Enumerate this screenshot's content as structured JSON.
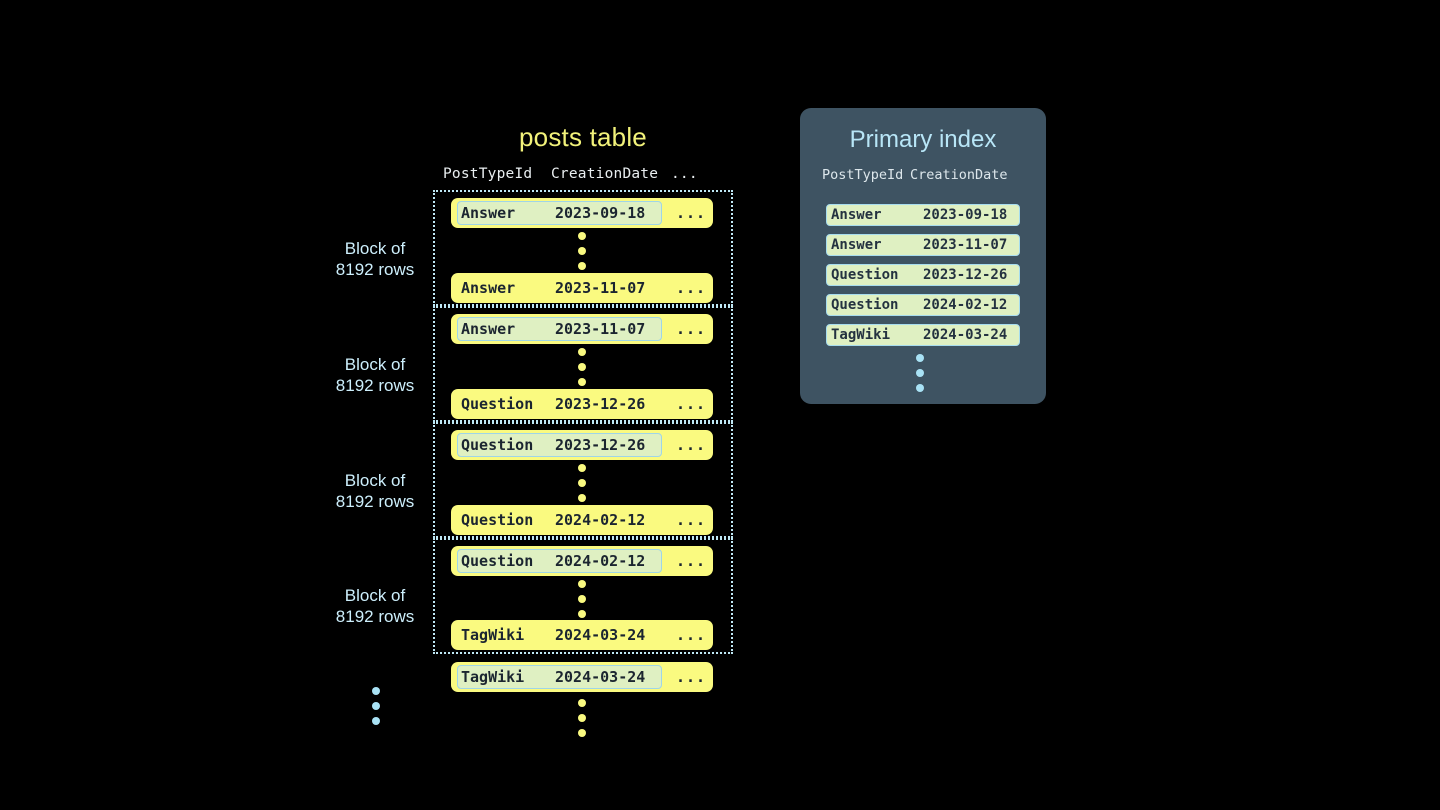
{
  "posts_table": {
    "title": "posts table",
    "columns": [
      "PostTypeId",
      "CreationDate",
      "..."
    ],
    "blocks": [
      {
        "label_line1": "Block of",
        "label_line2": "8192 rows",
        "first_row": {
          "post_type": "Answer",
          "creation_date": "2023-09-18",
          "more": "...",
          "highlighted": true
        },
        "last_row": {
          "post_type": "Answer",
          "creation_date": "2023-11-07",
          "more": "...",
          "highlighted": false
        }
      },
      {
        "label_line1": "Block of",
        "label_line2": "8192 rows",
        "first_row": {
          "post_type": "Answer",
          "creation_date": "2023-11-07",
          "more": "...",
          "highlighted": true
        },
        "last_row": {
          "post_type": "Question",
          "creation_date": "2023-12-26",
          "more": "...",
          "highlighted": false
        }
      },
      {
        "label_line1": "Block of",
        "label_line2": "8192 rows",
        "first_row": {
          "post_type": "Question",
          "creation_date": "2023-12-26",
          "more": "...",
          "highlighted": true
        },
        "last_row": {
          "post_type": "Question",
          "creation_date": "2024-02-12",
          "more": "...",
          "highlighted": false
        }
      },
      {
        "label_line1": "Block of",
        "label_line2": "8192 rows",
        "first_row": {
          "post_type": "Question",
          "creation_date": "2024-02-12",
          "more": "...",
          "highlighted": true
        },
        "last_row": {
          "post_type": "TagWiki",
          "creation_date": "2024-03-24",
          "more": "...",
          "highlighted": false
        }
      }
    ],
    "trailing_row": {
      "post_type": "TagWiki",
      "creation_date": "2024-03-24",
      "more": "...",
      "highlighted": true
    }
  },
  "primary_index": {
    "title": "Primary index",
    "columns": [
      "PostTypeId",
      "CreationDate"
    ],
    "rows": [
      {
        "post_type": "Answer",
        "creation_date": "2023-09-18"
      },
      {
        "post_type": "Answer",
        "creation_date": "2023-11-07"
      },
      {
        "post_type": "Question",
        "creation_date": "2023-12-26"
      },
      {
        "post_type": "Question",
        "creation_date": "2024-02-12"
      },
      {
        "post_type": "TagWiki",
        "creation_date": "2024-03-24"
      }
    ]
  },
  "colors": {
    "background": "#000000",
    "row_yellow": "#fafa80",
    "highlight_green": "#dff0c2",
    "highlight_border": "#a7dcee",
    "panel_slate": "#3e5362",
    "accent_blue": "#b8e6f7",
    "title_yellow": "#f2f27a",
    "dot_yellow": "#fafa80",
    "dot_blue": "#a9e2f5"
  }
}
